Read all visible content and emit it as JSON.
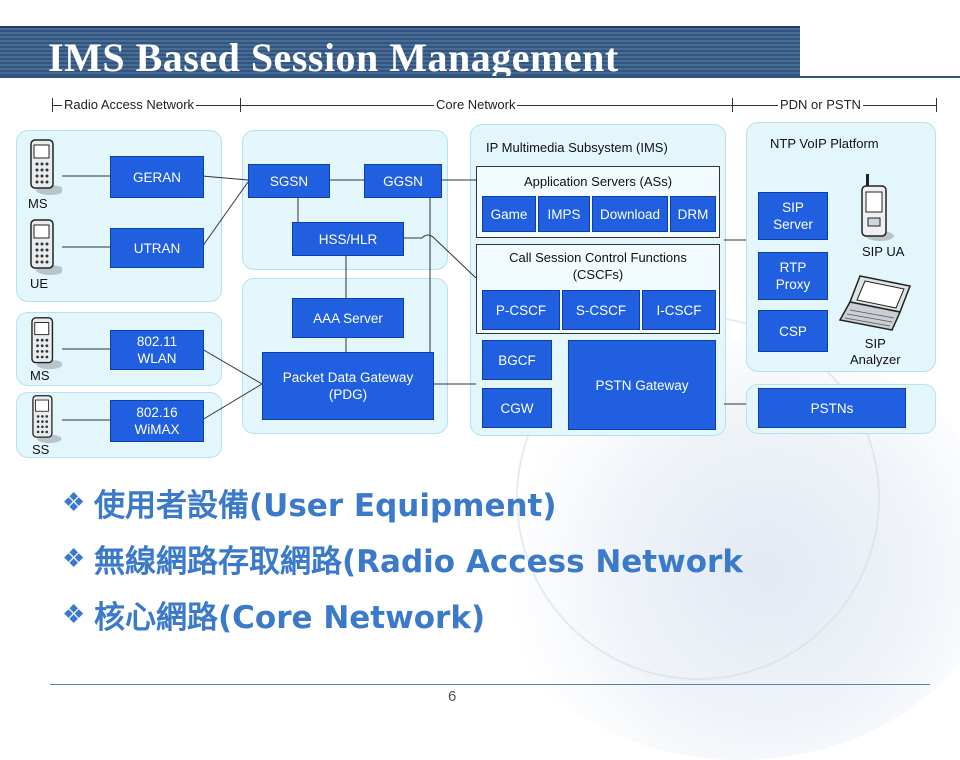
{
  "slide": {
    "title": "IMS Based Session Management",
    "page_number": "6"
  },
  "regions": {
    "radio": "Radio Access Network",
    "core": "Core Network",
    "pdn": "PDN or PSTN"
  },
  "devices": {
    "ms_top": "MS",
    "ue": "UE",
    "ms_mid": "MS",
    "ss": "SS",
    "sip_ua": "SIP UA",
    "sip_analyzer": "SIP\nAnalyzer"
  },
  "access": {
    "geran": "GERAN",
    "utran": "UTRAN",
    "wlan": "802.11\nWLAN",
    "wimax": "802.16\nWiMAX"
  },
  "core": {
    "sgsn": "SGSN",
    "ggsn": "GGSN",
    "hss": "HSS/HLR",
    "aaa": "AAA Server",
    "pdg": "Packet Data Gateway\n(PDG)"
  },
  "ims": {
    "title": "IP Multimedia Subsystem (IMS)",
    "as_title": "Application Servers (ASs)",
    "as_items": [
      "Game",
      "IMPS",
      "Download",
      "DRM"
    ],
    "cscf_title": "Call Session Control Functions\n(CSCFs)",
    "cscf_items": [
      "P-CSCF",
      "S-CSCF",
      "I-CSCF"
    ],
    "bgcf": "BGCF",
    "cgw": "CGW",
    "pstn_gateway": "PSTN Gateway"
  },
  "ntp": {
    "title": "NTP VoIP Platform",
    "sip_server": "SIP\nServer",
    "rtp_proxy": "RTP\nProxy",
    "csp": "CSP",
    "pstns": "PSTNs"
  },
  "bullets": [
    "使用者設備(User Equipment)",
    "無線網路存取網路(Radio Access Network",
    "核心網路(Core Network)"
  ],
  "colors": {
    "box": "#1f5fe0",
    "panel": "#e3f6fb",
    "bullet": "#3b79c9",
    "title_band": "#2f5580"
  }
}
